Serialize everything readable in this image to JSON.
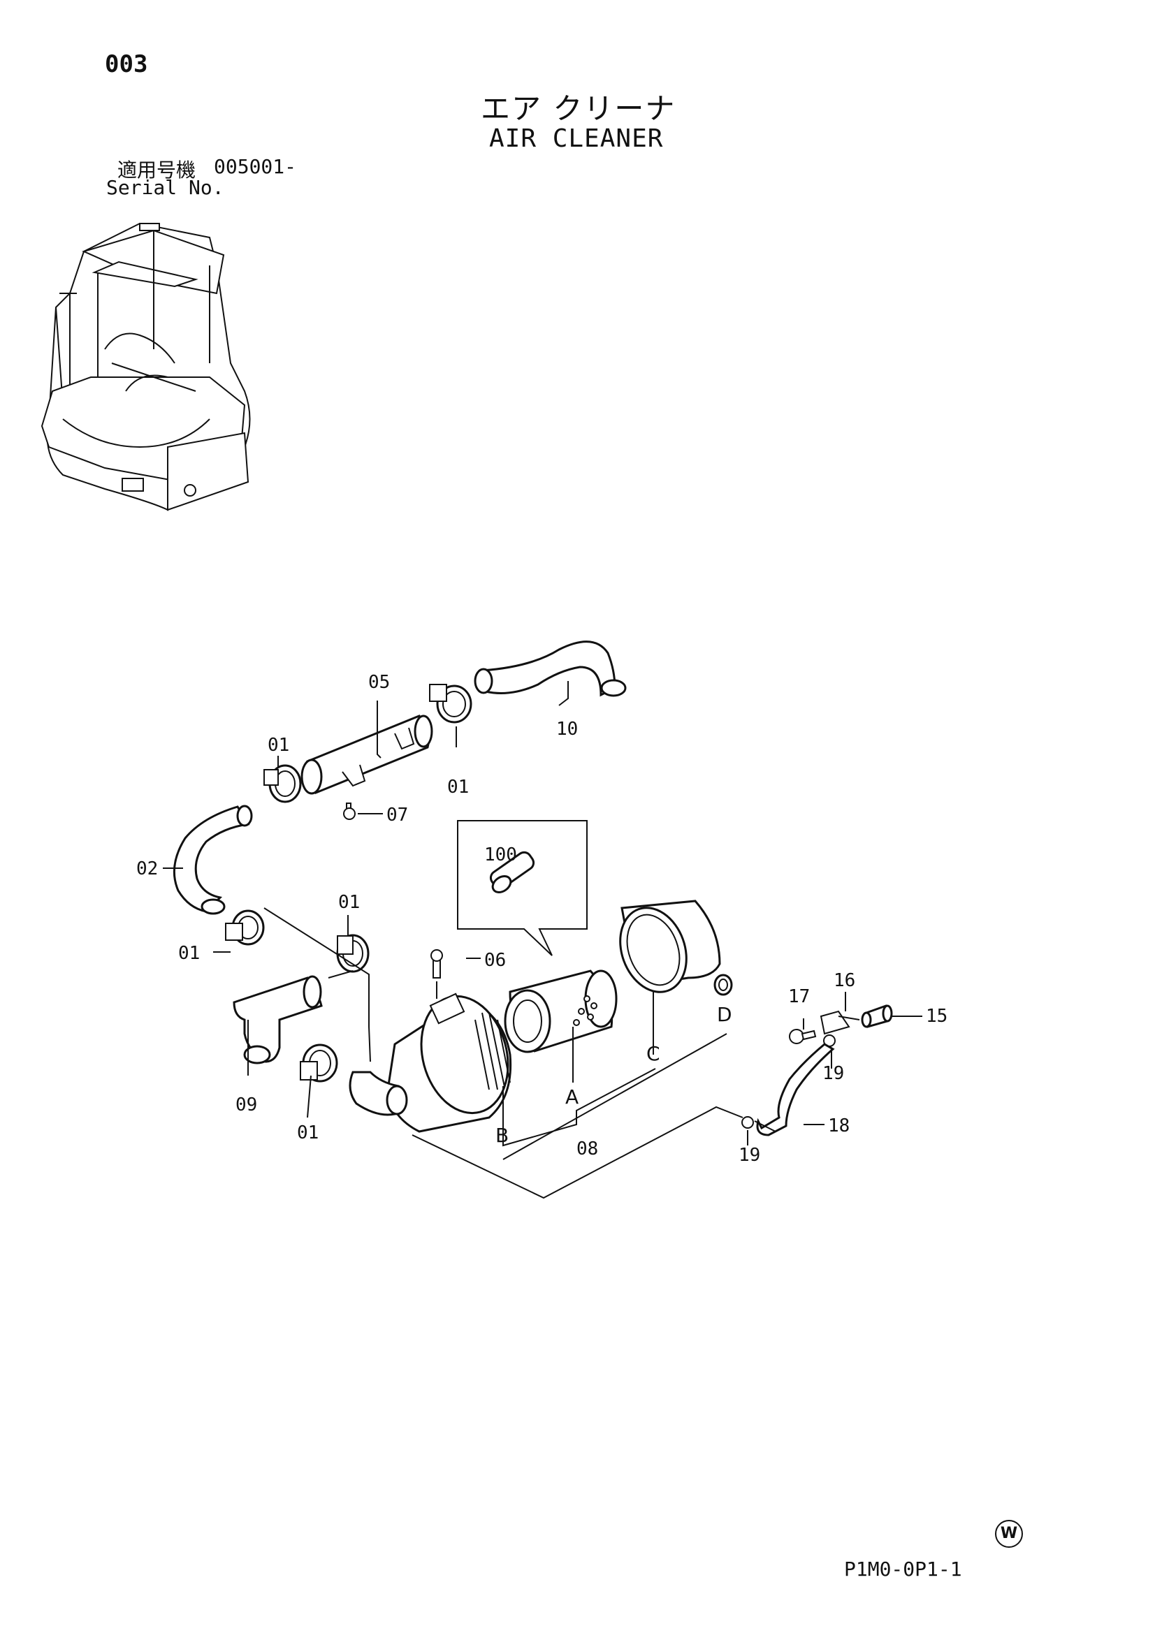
{
  "page_number": "003",
  "title_jp": "エア クリーナ",
  "title_en": "AIR CLEANER",
  "serial": {
    "label_jp": "適用号機",
    "value": "005001-",
    "label_en": "Serial No."
  },
  "parts": {
    "p01a": "01",
    "p01b": "01",
    "p01c": "01",
    "p01d": "01",
    "p01e": "01",
    "p02": "02",
    "p05": "05",
    "p06": "06",
    "p07": "07",
    "p08": "08",
    "p09": "09",
    "p10": "10",
    "p15": "15",
    "p16": "16",
    "p17": "17",
    "p18": "18",
    "p19a": "19",
    "p19b": "19",
    "p100": "100"
  },
  "sub_labels": {
    "a": "A",
    "b": "B",
    "c": "C",
    "d": "D"
  },
  "watermark": "W",
  "page_code": "P1M0-0P1-1"
}
